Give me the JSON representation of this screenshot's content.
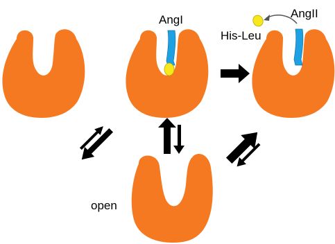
{
  "labels": {
    "angi": "AngI",
    "angii": "AngII",
    "his_leu": "His-Leu",
    "open": "open"
  },
  "colors": {
    "enzyme": "#F47920",
    "peptide": "#1EA1E3",
    "fragment": "#F7E81D",
    "arrow": "#000000",
    "background": "#FFFFFF"
  }
}
